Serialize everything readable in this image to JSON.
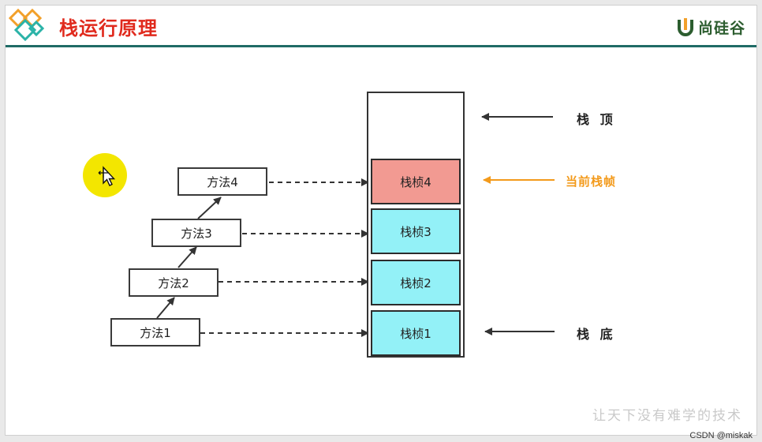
{
  "header": {
    "title": "栈运行原理",
    "brand": "尚硅谷"
  },
  "stack": {
    "frames": [
      {
        "label": "栈桢4",
        "color": "#f29a92",
        "current": true
      },
      {
        "label": "栈桢3",
        "color": "#93f1f7",
        "current": false
      },
      {
        "label": "栈桢2",
        "color": "#93f1f7",
        "current": false
      },
      {
        "label": "栈桢1",
        "color": "#93f1f7",
        "current": false
      }
    ],
    "top_label": "栈 顶",
    "bottom_label": "栈 底",
    "current_label": "当前栈帧",
    "current_color": "#f39a1b"
  },
  "methods": [
    {
      "label": "方法4"
    },
    {
      "label": "方法3"
    },
    {
      "label": "方法2"
    },
    {
      "label": "方法1"
    }
  ],
  "footer": {
    "watermark": "让天下没有难学的技术",
    "credit": "CSDN @miskak"
  },
  "colors": {
    "title": "#e02a1d",
    "header_line": "#1f6b66",
    "brand": "#2c5d2f"
  },
  "icons": [
    "diamond-logo-icon",
    "brand-logo-icon",
    "cursor-move-icon"
  ]
}
